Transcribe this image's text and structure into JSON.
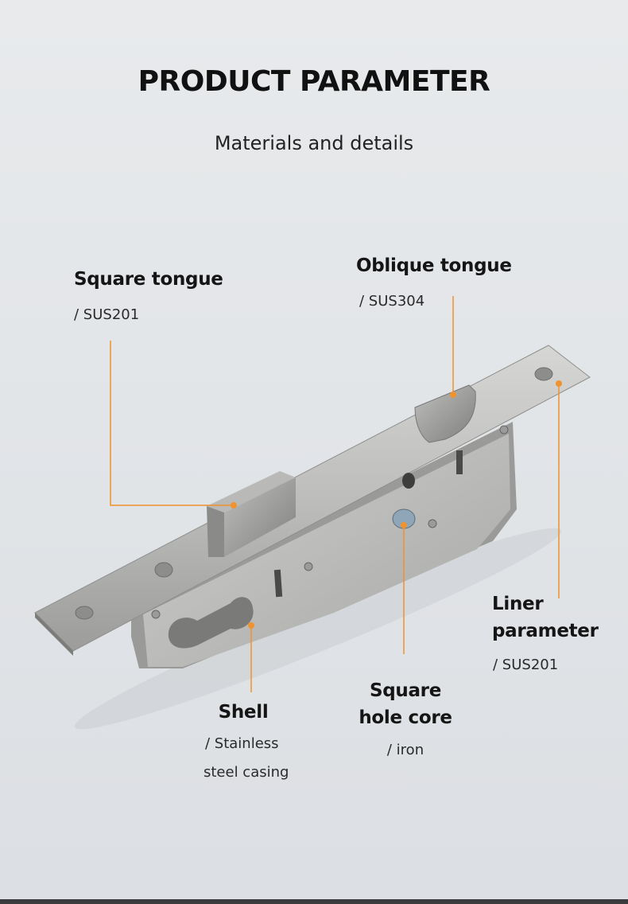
{
  "header": {
    "title": "PRODUCT PARAMETER",
    "subtitle": "Materials and details"
  },
  "callouts": {
    "square_tongue": {
      "title": "Square tongue",
      "material": "/ SUS201"
    },
    "oblique_tongue": {
      "title": "Oblique tongue",
      "material": "/ SUS304"
    },
    "liner": {
      "title_line1": "Liner",
      "title_line2": "parameter",
      "material": "/ SUS201"
    },
    "square_hole_core": {
      "title_line1": "Square",
      "title_line2": "hole core",
      "material": "/ iron"
    },
    "shell": {
      "title": "Shell",
      "material_line1": "/ Stainless",
      "material_line2": "steel casing"
    }
  },
  "colors": {
    "accent": "#f0922e",
    "leader_line": "#f0922e",
    "steel_light": "#c9c9c7",
    "steel_dark": "#8e8f8d",
    "background": "#e4e6e9"
  },
  "icons": {
    "product_image": "mortise-lock-body",
    "callout_dot": "orange-dot"
  }
}
